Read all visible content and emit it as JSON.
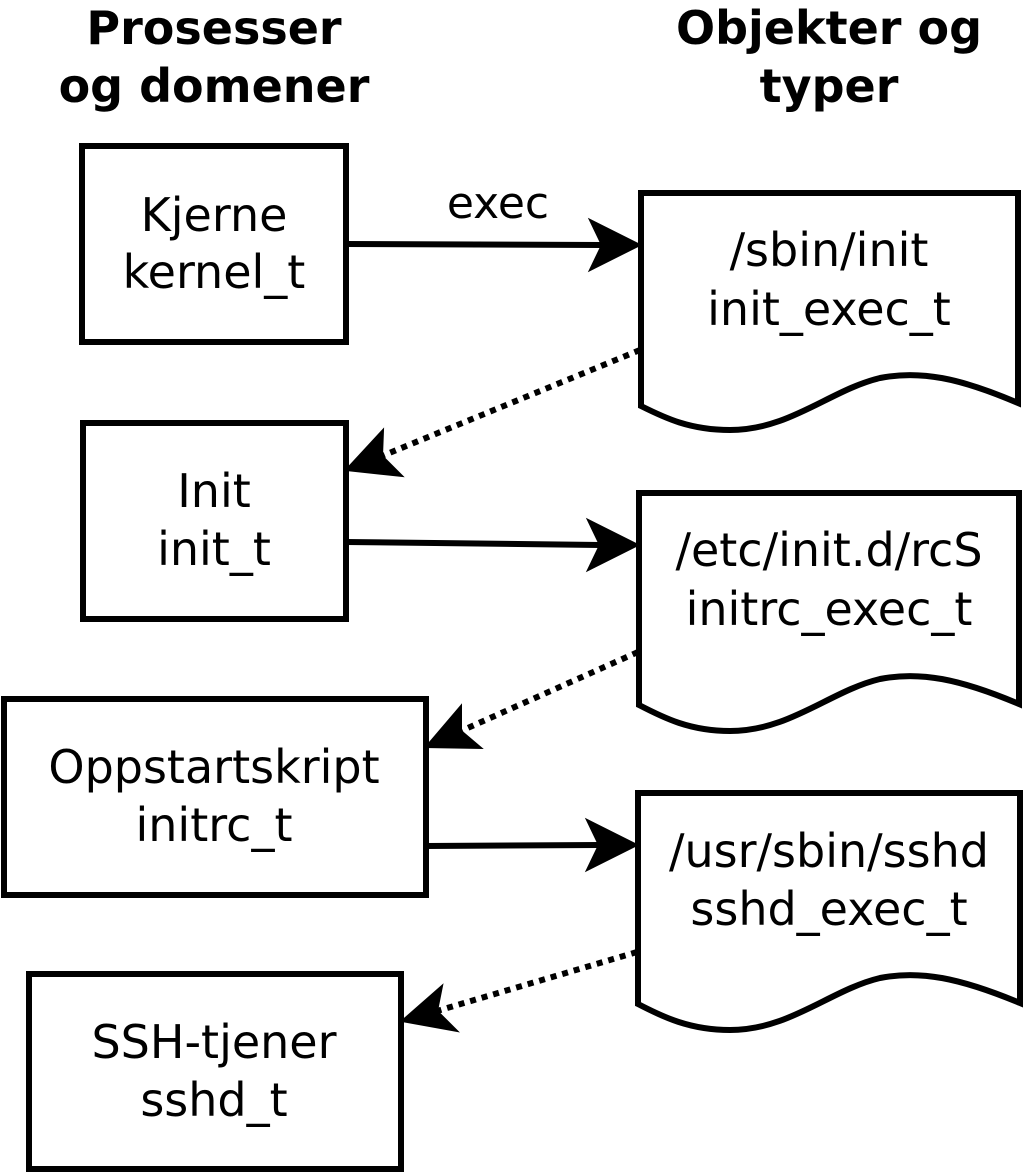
{
  "headings": {
    "processes": [
      "Prosesser",
      "og domener"
    ],
    "objects": [
      "Objekter og",
      "typer"
    ]
  },
  "processes": [
    {
      "name": "Kjerne",
      "type": "kernel_t"
    },
    {
      "name": "Init",
      "type": "init_t"
    },
    {
      "name": "Oppstartskript",
      "type": "initrc_t"
    },
    {
      "name": "SSH-tjener",
      "type": "sshd_t"
    }
  ],
  "objects": [
    {
      "path": "/sbin/init",
      "type": "init_exec_t"
    },
    {
      "path": "/etc/init.d/rcS",
      "type": "initrc_exec_t"
    },
    {
      "path": "/usr/sbin/sshd",
      "type": "sshd_exec_t"
    }
  ],
  "edges": [
    {
      "from": "Kjerne",
      "to": "/sbin/init",
      "style": "solid",
      "label": "exec"
    },
    {
      "from": "/sbin/init",
      "to": "Init",
      "style": "dotted",
      "label": ""
    },
    {
      "from": "Init",
      "to": "/etc/init.d/rcS",
      "style": "solid",
      "label": ""
    },
    {
      "from": "/etc/init.d/rcS",
      "to": "Oppstartskript",
      "style": "dotted",
      "label": ""
    },
    {
      "from": "Oppstartskript",
      "to": "/usr/sbin/sshd",
      "style": "solid",
      "label": ""
    },
    {
      "from": "/usr/sbin/sshd",
      "to": "SSH-tjener",
      "style": "dotted",
      "label": ""
    }
  ],
  "colors": {
    "stroke": "#000000",
    "background": "#ffffff",
    "text": "#000000"
  }
}
